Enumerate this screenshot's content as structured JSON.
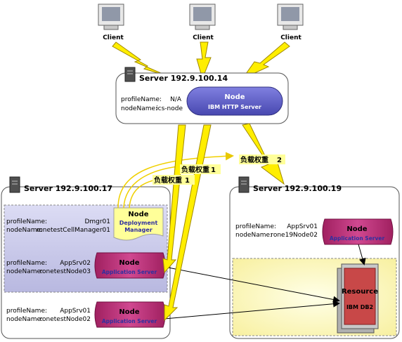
{
  "clients": [
    {
      "label": "Client"
    },
    {
      "label": "Client"
    },
    {
      "label": "Client"
    }
  ],
  "http_server": {
    "title": "Server 192.9.100.14",
    "profile_key": "profileName:",
    "profile_val": "N/A",
    "node_key": "nodeName:",
    "node_val": "ics-node",
    "node_label": "Node",
    "node_sub": "IBM HTTP Server"
  },
  "server17": {
    "title": "Server 192.9.100.17",
    "dmgr": {
      "profile_key": "profileName:",
      "profile_val": "Dmgr01",
      "node_key": "nodeName:",
      "node_val": "ronetestCellManager01",
      "node_label": "Node",
      "node_sub1": "Deployment",
      "node_sub2": "Manager"
    },
    "appsrv02": {
      "profile_key": "profileName:",
      "profile_val": "AppSrv02",
      "node_key": "nodeName:",
      "node_val": "ronetestNode03",
      "node_label": "Node",
      "node_sub": "Application Server"
    },
    "appsrv01": {
      "profile_key": "profileName:",
      "profile_val": "AppSrv01",
      "node_key": "nodeName:",
      "node_val": "ronetestNode02",
      "node_label": "Node",
      "node_sub": "Application Server"
    }
  },
  "server19": {
    "title": "Server 192.9.100.19",
    "profile_key": "profileName:",
    "profile_val": "AppSrv01",
    "node_key": "nodeName:",
    "node_val": "rone19Node02",
    "node_label": "Node",
    "node_sub": "Application Server"
  },
  "resource": {
    "label": "Resource",
    "sub": "IBM DB2"
  },
  "weights": {
    "w1a": "负载权重",
    "w1a_num": "1",
    "w1b": "负载权重",
    "w1b_num": "1",
    "w2": "负载权重",
    "w2_num": "2"
  },
  "colors": {
    "yellow_arrow": "#ffee00",
    "node_blue": "#5a5ac8",
    "node_magenta": "#c0307a",
    "resource_red": "#c84848",
    "highlight_yellow": "#ffffcc"
  }
}
